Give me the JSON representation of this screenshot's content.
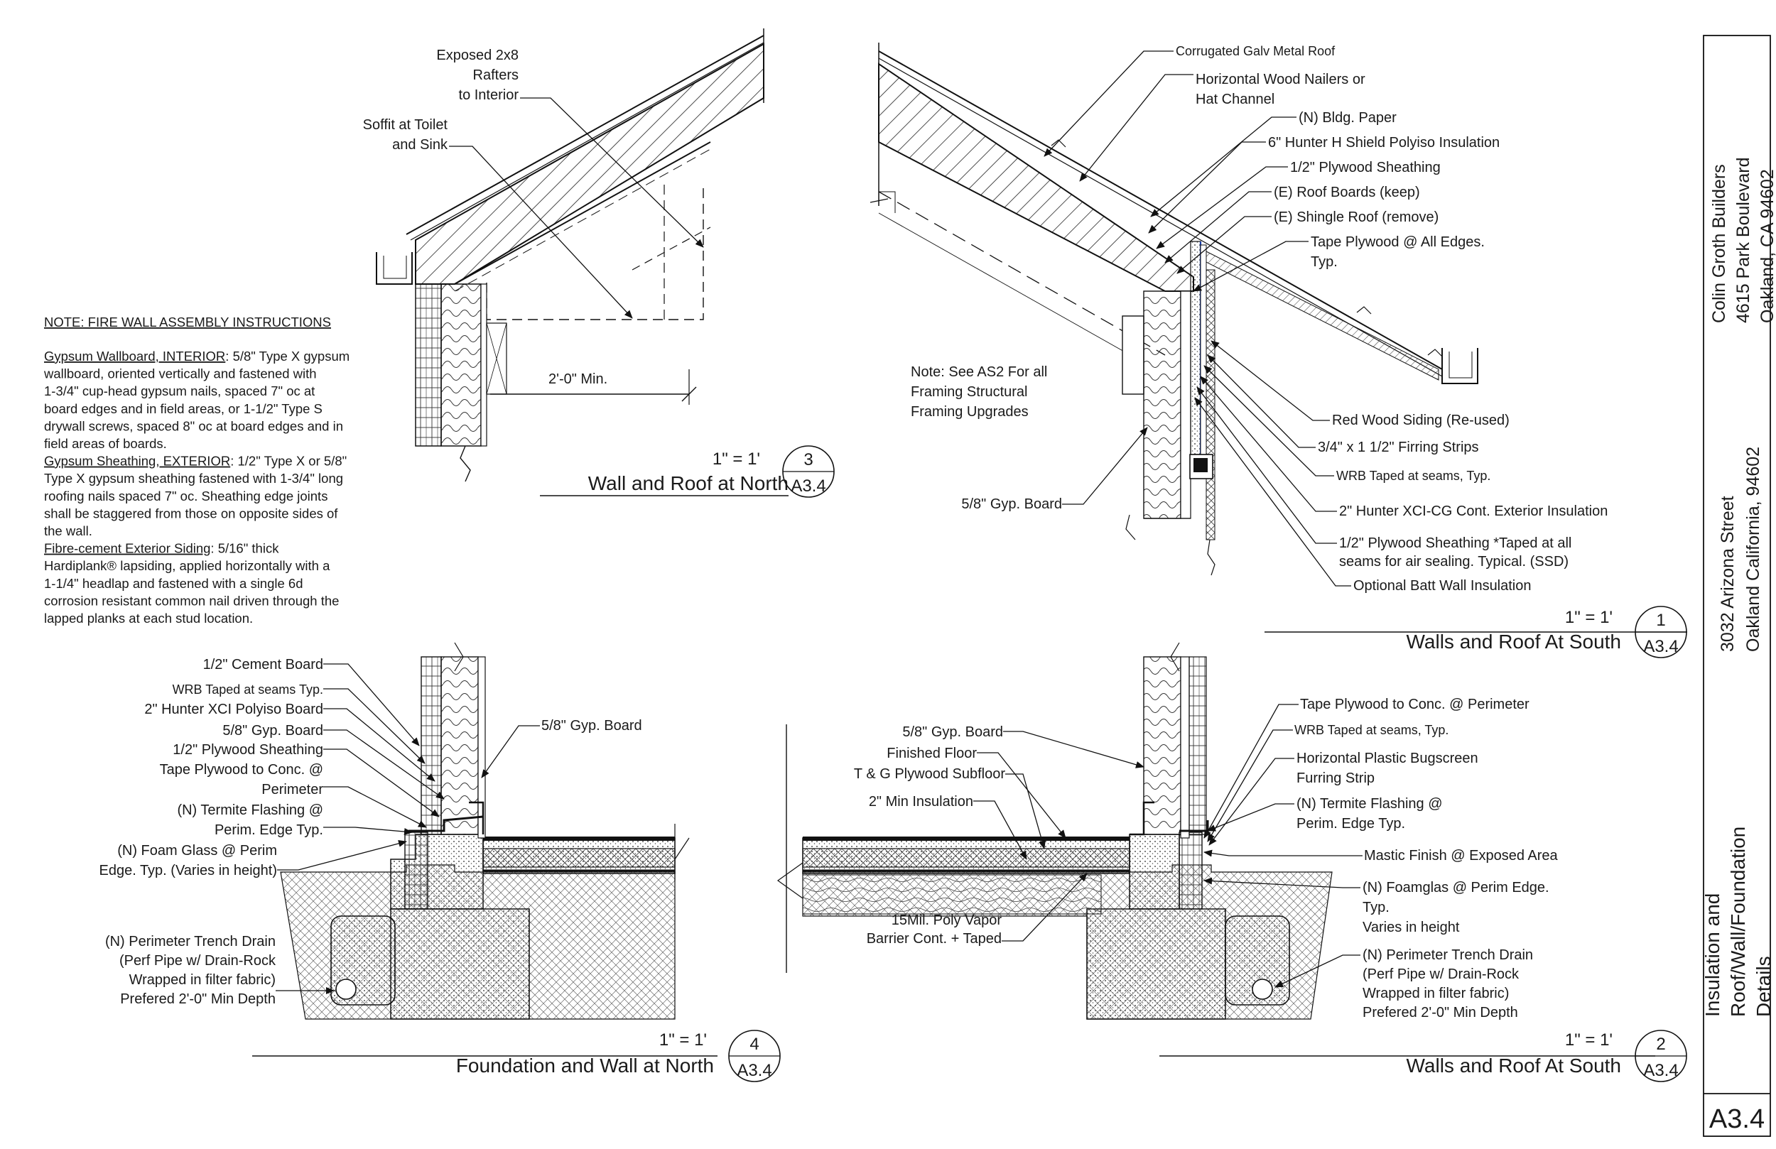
{
  "note": {
    "heading": "NOTE: FIRE WALL ASSEMBLY INSTRUCTIONS",
    "lines": [
      {
        "u": "Gypsum Wallboard, INTERIOR",
        "t": ": 5/8\" Type X gypsum"
      },
      {
        "u": "",
        "t": "wallboard, oriented vertically and fastened with"
      },
      {
        "u": "",
        "t": "1-3/4\" cup-head gypsum nails, spaced 7\" oc at"
      },
      {
        "u": "",
        "t": "board edges and in field areas, or 1-1/2\" Type S"
      },
      {
        "u": "",
        "t": "drywall screws, spaced 8\" oc at board edges and in"
      },
      {
        "u": "",
        "t": "field areas of boards."
      },
      {
        "u": "Gypsum Sheathing, EXTERIOR",
        "t": ": 1/2\" Type X or 5/8\""
      },
      {
        "u": "",
        "t": "Type X gypsum sheathing fastened with 1-3/4\" long"
      },
      {
        "u": "",
        "t": "roofing nails spaced 7\" oc. Sheathing edge joints"
      },
      {
        "u": "",
        "t": "shall be staggered from those on opposite sides of"
      },
      {
        "u": "",
        "t": "the wall."
      },
      {
        "u": "Fibre-cement Exterior Siding",
        "t": ": 5/16\" thick"
      },
      {
        "u": "",
        "t": "Hardiplank® lapsiding, applied horizontally with a"
      },
      {
        "u": "",
        "t": "1-1/4\" headlap and fastened with a single 6d"
      },
      {
        "u": "",
        "t": "corrosion resistant common nail driven through the"
      },
      {
        "u": "",
        "t": "lapped planks at each stud location."
      }
    ]
  },
  "details": [
    {
      "id": "d3",
      "scale": "1\" = 1'",
      "number": "3",
      "sheet": "A3.4",
      "title": "Wall and Roof at North"
    },
    {
      "id": "d1",
      "scale": "1\" = 1'",
      "number": "1",
      "sheet": "A3.4",
      "title": "Walls and Roof At South"
    },
    {
      "id": "d4",
      "scale": "1\" = 1'",
      "number": "4",
      "sheet": "A3.4",
      "title": "Foundation and Wall at North"
    },
    {
      "id": "d2",
      "scale": "1\" = 1'",
      "number": "2",
      "sheet": "A3.4",
      "title": "Walls and Roof At South"
    }
  ],
  "detail3_labels": {
    "rafters": [
      "Exposed 2x8",
      "Rafters",
      "to Interior"
    ],
    "soffit": [
      "Soffit at Toilet",
      "and Sink"
    ],
    "dim": "2'-0\" Min."
  },
  "detail1_labels": {
    "roof": "Corrugated Galv Metal Roof",
    "nailers": [
      "Horizontal Wood Nailers  or",
      "Hat Channel"
    ],
    "paper": "(N) Bldg. Paper",
    "polyiso": "6\" Hunter H Shield Polyiso Insulation",
    "plywood": "1/2\" Plywood Sheathing",
    "boards": "(E) Roof Boards (keep)",
    "shingle": "(E) Shingle Roof (remove)",
    "tape": [
      "Tape Plywood @ All Edges.",
      "Typ."
    ],
    "framing_note": [
      "Note: See AS2 For all",
      "Framing  Structural",
      "Framing Upgrades"
    ],
    "gyp": "5/8\" Gyp. Board",
    "siding": "Red Wood Siding (Re-used)",
    "firring": "3/4\" x 1 1/2\" Firring Strips",
    "wrb": "WRB Taped at seams, Typ.",
    "xci": "2\" Hunter XCI-CG Cont. Exterior Insulation",
    "sheathing": [
      "1/2\" Plywood Sheathing  *Taped at all",
      "seams for air sealing. Typical.  (SSD)"
    ],
    "batt": "Optional Batt Wall Insulation"
  },
  "detail4_labels": {
    "cement": "1/2\" Cement Board",
    "wrb": "WRB Taped at seams Typ.",
    "xci": "2\" Hunter XCI Polyiso Board",
    "gyp_left": "5/8\" Gyp. Board",
    "plywood": "1/2\" Plywood Sheathing",
    "tape": [
      "Tape Plywood to Conc. @",
      "Perimeter"
    ],
    "termite": [
      "(N) Termite Flashing @",
      "Perim. Edge Typ."
    ],
    "foam": [
      "(N) Foam Glass @ Perim",
      "Edge. Typ. (Varies in height)"
    ],
    "drain": [
      "(N) Perimeter Trench Drain",
      "(Perf Pipe w/ Drain-Rock",
      "Wrapped in filter fabric)",
      "Prefered 2'-0\" Min Depth"
    ],
    "gyp_right": "5/8\" Gyp. Board"
  },
  "detail2_labels": {
    "gyp": "5/8\" Gyp. Board",
    "floor": "Finished Floor",
    "subfloor": "T & G Plywood Subfloor",
    "insul": "2\" Min Insulation",
    "vapor": [
      "15Mil. Poly Vapor",
      "Barrier Cont. + Taped"
    ],
    "tape": "Tape Plywood to Conc. @ Perimeter",
    "wrb": "WRB Taped at seams, Typ.",
    "bugscreen": [
      "Horizontal Plastic Bugscreen",
      "Furring Strip"
    ],
    "termite": [
      "(N) Termite Flashing @",
      "Perim. Edge Typ."
    ],
    "mastic": "Mastic Finish @ Exposed Area",
    "foamglas": [
      "(N) Foamglas @ Perim Edge.",
      "Typ.",
      "Varies in height"
    ],
    "drain": [
      "(N) Perimeter Trench Drain",
      "(Perf Pipe w/ Drain-Rock",
      "Wrapped in filter fabric)",
      "Prefered 2'-0\" Min Depth"
    ]
  },
  "title_block": {
    "company": [
      "Colin Groth Builders",
      "4615 Park Boulevard",
      "Oakland, CA 94602"
    ],
    "project": [
      "3032 Arizona Street",
      "Oakland California, 94602"
    ],
    "sheet_title": [
      "Insulation and",
      "Roof/Wall/Foundation",
      "Details"
    ],
    "sheet_number": "A3.4"
  }
}
